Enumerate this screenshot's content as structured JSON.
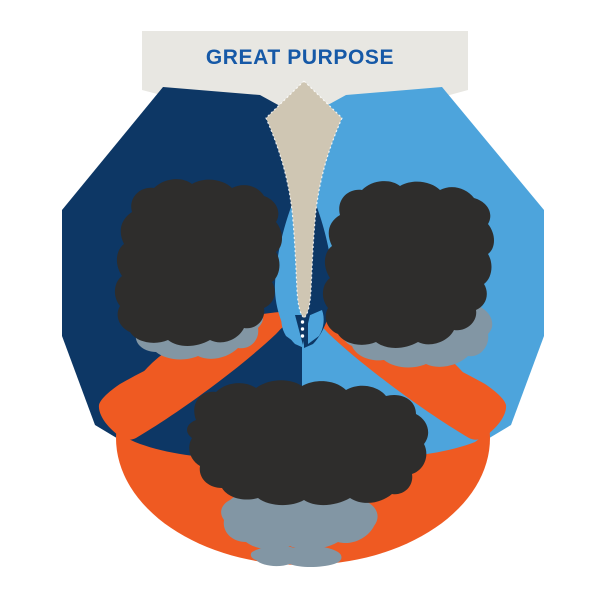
{
  "title": {
    "label": "GREAT PURPOSE"
  },
  "colors": {
    "background": "#ffffff",
    "banner_gray": "#e8e7e2",
    "navy": "#0d3765",
    "light_blue": "#4da4dc",
    "orange": "#ef5a22",
    "tan": "#cfc6b3",
    "blob_dark": "#2e2d2c",
    "blob_slate": "#8296a4",
    "title_blue": "#1659a7",
    "dot_white": "#ffffff"
  },
  "diagram": {
    "type": "venn-3",
    "header_label": "GREAT PURPOSE",
    "circles": [
      {
        "position": "top-left",
        "color_ref": "navy",
        "text_obscured": true
      },
      {
        "position": "top-right",
        "color_ref": "light_blue",
        "text_obscured": true
      },
      {
        "position": "bottom",
        "color_ref": "orange",
        "text_obscured": true
      }
    ],
    "center_marker": {
      "style": "three-dots",
      "color_ref": "dot_white"
    },
    "overlap_style": "swapped-colors"
  }
}
